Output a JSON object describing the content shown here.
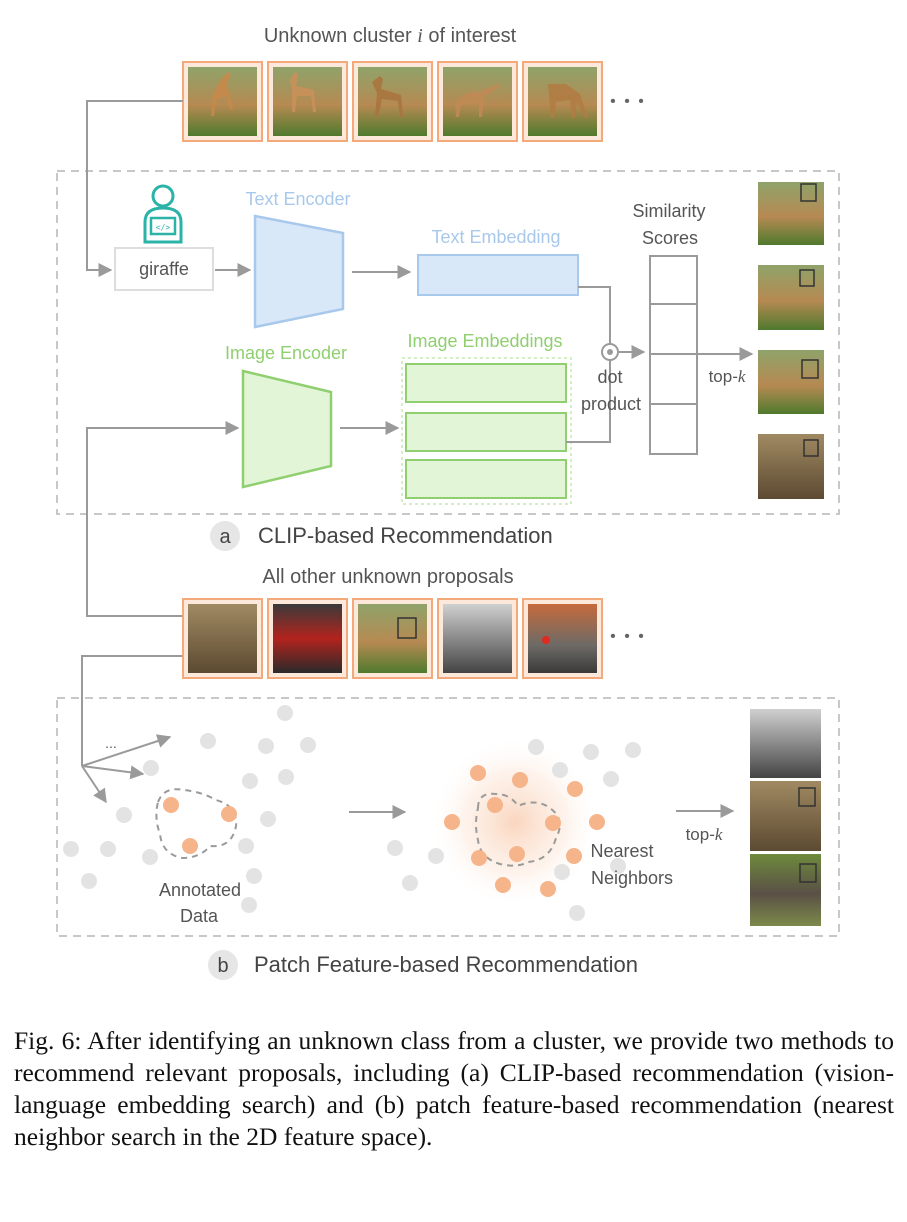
{
  "labels": {
    "unknown_cluster_prefix": "Unknown cluster ",
    "unknown_cluster_var": "i",
    "unknown_cluster_suffix": " of interest",
    "text_encoder": "Text Encoder",
    "image_encoder": "Image Encoder",
    "giraffe_query": "giraffe",
    "text_embedding": "Text Embedding",
    "image_embeddings": "Image Embeddings",
    "similarity_line1": "Similarity",
    "similarity_line2": "Scores",
    "dot_line1": "dot",
    "dot_line2": "product",
    "topk_a": "top-",
    "topk_a_var": "k",
    "topk_b": "top-",
    "topk_b_var": "k",
    "all_other": "All other unknown proposals",
    "annotated_line1": "Annotated",
    "annotated_line2": "Data",
    "nearest_line1": "Nearest",
    "nearest_line2": "Neighbors",
    "ellipsis_small": "...",
    "ellipsis_dots": "• • •"
  },
  "sections": {
    "a": {
      "letter": "a",
      "title": "CLIP-based Recommendation"
    },
    "b": {
      "letter": "b",
      "title": "Patch Feature-based Recommendation"
    }
  },
  "caption": "Fig. 6: After identifying an unknown class from a cluster, we provide two methods to recommend relevant proposals, including (a) CLIP-based recommendation (vision-language embedding search) and (b) patch feature-based recommendation (nearest neighbor search in the 2D feature space).",
  "thumbnails": {
    "cluster_row": [
      "giraffe-photo",
      "giraffe-photo",
      "giraffe-photo",
      "giraffe-photo",
      "giraffe-photo"
    ],
    "proposals_row": [
      "animal-photo",
      "truck-photo",
      "giraffe-photo",
      "giraffe-photo",
      "traffic-light-photo"
    ],
    "results_a": [
      "giraffe-photo",
      "giraffe-photo",
      "giraffe-photo",
      "animal-photo"
    ],
    "results_b": [
      "giraffe-photo",
      "giraffe-photo",
      "elephant-photo"
    ]
  },
  "colors": {
    "text_encoder": "#a8c8ec",
    "text_encoder_fill": "#d8e8f8",
    "image_encoder": "#8fcf6f",
    "image_encoder_fill": "#e2f5d6",
    "accent_orange": "#f3a97a",
    "dot_orange": "#f6b48a",
    "dot_gray": "#e3e3e3",
    "line_gray": "#9a9a9a",
    "dash_gray": "#c8c8c8"
  },
  "icons": [
    "user-coder-icon",
    "dot-product-icon"
  ]
}
